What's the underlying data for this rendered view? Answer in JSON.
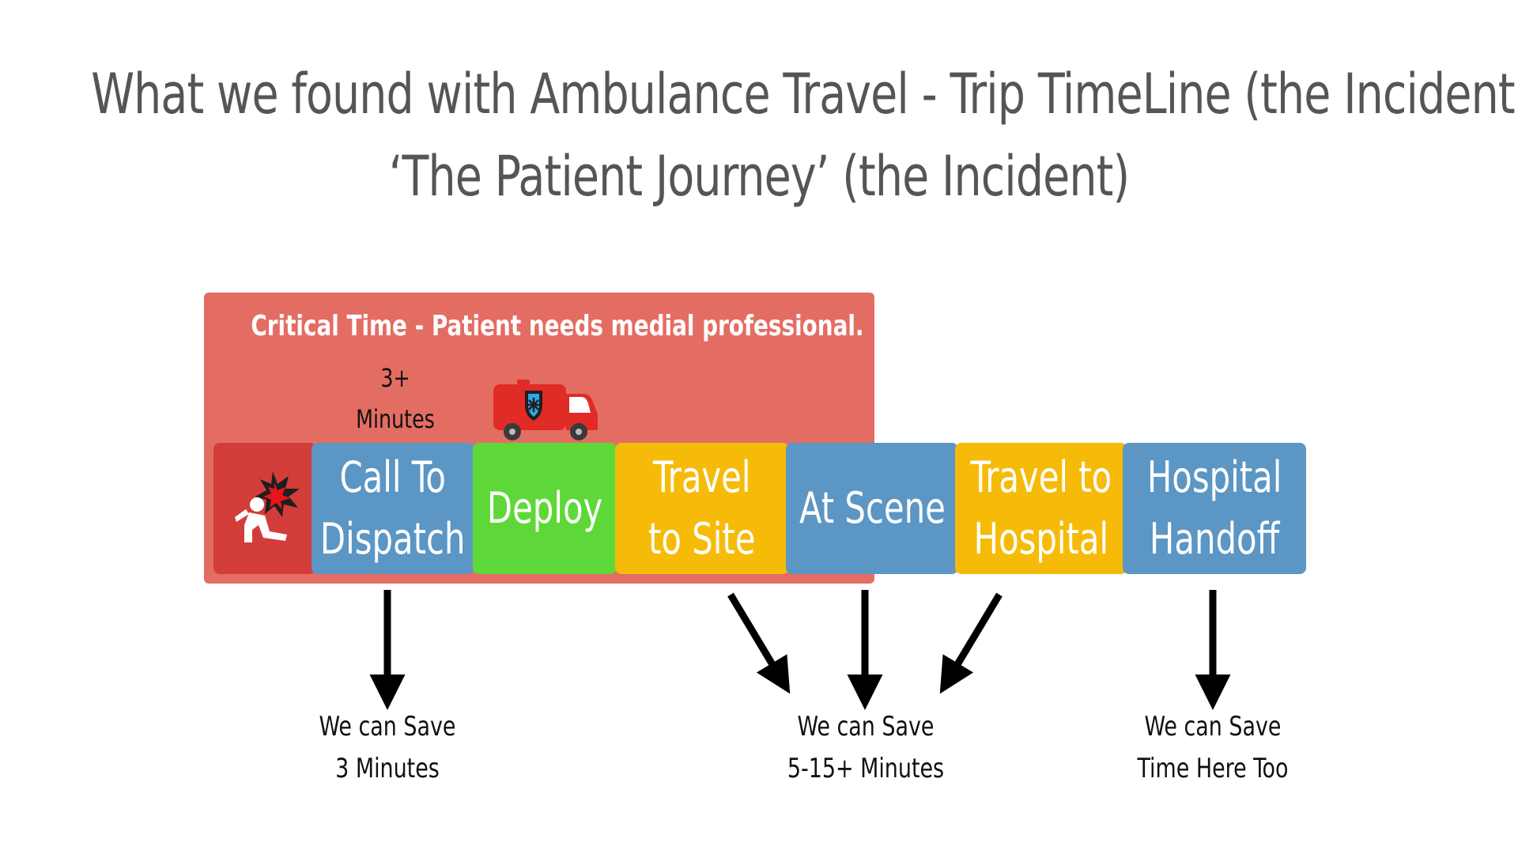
{
  "title": {
    "line1": "What we found with Ambulance Travel -  Trip TimeLine (the Incident)",
    "line2": "‘The Patient Journey’ (the Incident)"
  },
  "critical": {
    "label": "Critical Time - Patient needs medial professional.",
    "minutes_line1": "3+",
    "minutes_line2": "Minutes"
  },
  "icons": {
    "incident": "person-hit-icon",
    "vehicle": "ambulance-icon"
  },
  "stages": [
    {
      "line1": "Call To",
      "line2": "Dispatch",
      "color": "#5b96c4"
    },
    {
      "line1": "Deploy",
      "line2": "",
      "color": "#5ed839"
    },
    {
      "line1": "Travel",
      "line2": "to Site",
      "color": "#f6bb09"
    },
    {
      "line1": "At Scene",
      "line2": "",
      "color": "#5b96c4"
    },
    {
      "line1": "Travel to",
      "line2": "Hospital",
      "color": "#f6bb09"
    },
    {
      "line1": "Hospital",
      "line2": "Handoff",
      "color": "#5b96c4"
    }
  ],
  "savings": [
    {
      "line1": "We can Save",
      "line2": "3 Minutes"
    },
    {
      "line1": "We can Save",
      "line2": "5-15+ Minutes"
    },
    {
      "line1": "We can Save",
      "line2": "Time Here Too"
    }
  ],
  "colors": {
    "critical_zone": "#e46d63",
    "incident": "#d23d3a",
    "title_text": "#555555"
  }
}
